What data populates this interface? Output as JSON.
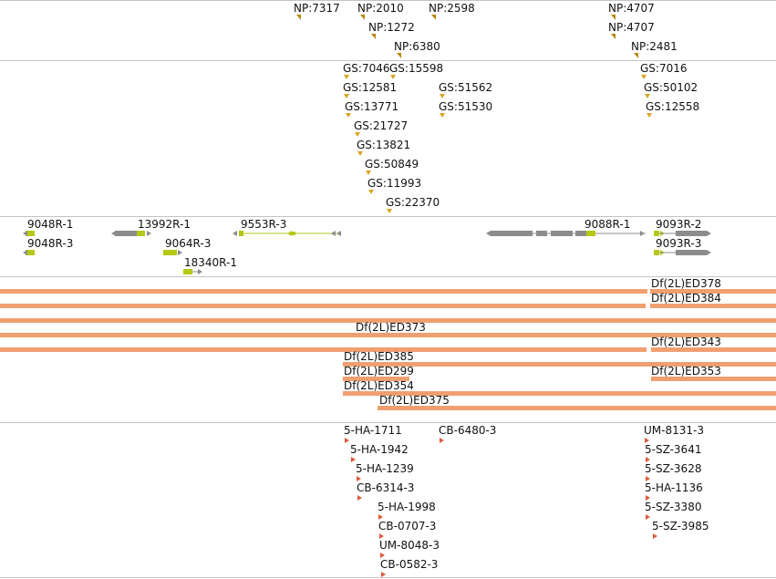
{
  "colors": {
    "background": "#ffffff",
    "separator": "#c4c4c4",
    "text": "#111111",
    "np_marker": "#b8860b",
    "gs_marker": "#daa520",
    "gene_gray": "#8c8c8c",
    "gene_green": "#b5c815",
    "deficiency_bar": "#f0a070",
    "insertion_marker": "#e05a3a"
  },
  "tracks": {
    "np": {
      "labels": [
        "NP:7317",
        "NP:2010",
        "NP:1272",
        "NP:6380",
        "NP:2598",
        "NP:4707",
        "NP:4707",
        "NP:2481"
      ]
    },
    "gs": {
      "labels": [
        "GS:7046",
        "GS:15598",
        "GS:12581",
        "GS:51562",
        "GS:13771",
        "GS:51530",
        "GS:21727",
        "GS:13821",
        "GS:50849",
        "GS:11993",
        "GS:22370",
        "GS:7016",
        "GS:50102",
        "GS:12558"
      ]
    },
    "genes": {
      "labels": [
        "9048R-1",
        "9048R-3",
        "13992R-1",
        "9064R-3",
        "18340R-1",
        "9553R-3",
        "9088R-1",
        "9093R-2",
        "9093R-3"
      ]
    },
    "deficiencies": {
      "labels": [
        "Df(2L)ED378",
        "Df(2L)ED384",
        "Df(2L)ED373",
        "Df(2L)ED343",
        "Df(2L)ED385",
        "Df(2L)ED299",
        "Df(2L)ED353",
        "Df(2L)ED354",
        "Df(2L)ED375"
      ]
    },
    "insertions": {
      "labels": [
        "5-HA-1711",
        "CB-6480-3",
        "5-HA-1942",
        "5-HA-1239",
        "CB-6314-3",
        "5-HA-1998",
        "CB-0707-3",
        "UM-8048-3",
        "CB-0582-3",
        "UM-8131-3",
        "5-SZ-3641",
        "5-SZ-3628",
        "5-HA-1136",
        "5-SZ-3380",
        "5-SZ-3985"
      ]
    }
  }
}
